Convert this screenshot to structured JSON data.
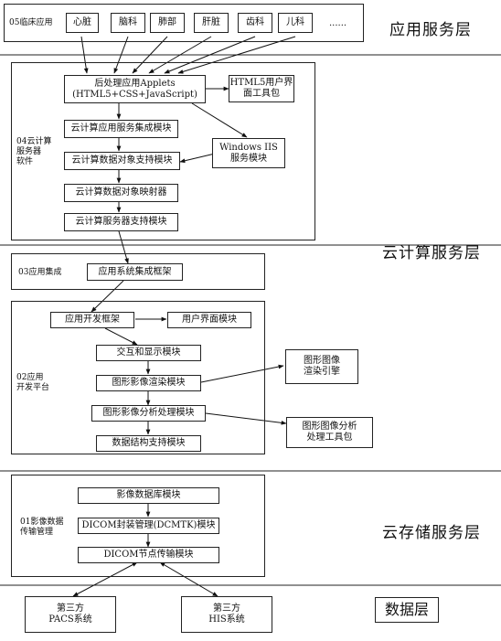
{
  "layers": {
    "application": "应用服务层",
    "cloud_compute": "云计算服务层",
    "cloud_storage": "云存储服务层",
    "data": "数据层"
  },
  "top": {
    "label": "05临床应用",
    "depts": [
      "心脏",
      "脑科",
      "肺部",
      "肝脏",
      "齿科",
      "儿科"
    ],
    "ellipsis": "......"
  },
  "compute": {
    "label": "04云计算\n服务器\n软件",
    "applets": "后处理应用Applets\n(HTML5+CSS+JavaScript)",
    "html5_toolkit": "HTML5用户界\n面工具包",
    "service_integration": "云计算应用服务集成模块",
    "iis": "Windows IIS\n服务模块",
    "data_object_support": "云计算数据对象支持模块",
    "data_object_mapper": "云计算数据对象映射器",
    "server_support": "云计算服务器支持模块"
  },
  "integration": {
    "label": "03应用集成",
    "framework": "应用系统集成框架"
  },
  "platform": {
    "label": "02应用\n开发平台",
    "dev_framework": "应用开发框架",
    "ui_module": "用户界面模块",
    "interaction": "交互和显示模块",
    "render": "图形影像渲染模块",
    "render_engine": "图形图像\n渲染引擎",
    "analysis": "图形影像分析处理模块",
    "analysis_toolkit": "图形图像分析\n处理工具包",
    "data_structure": "数据结构支持模块"
  },
  "storage": {
    "label": "01影像数据\n传输管理",
    "image_db": "影像数据库模块",
    "dcmtk": "DICOM封装管理(DCMTK)模块",
    "dicom_node": "DICOM节点传输模块"
  },
  "data_layer": {
    "pacs": "第三方\nPACS系统",
    "his": "第三方\nHIS系统"
  }
}
